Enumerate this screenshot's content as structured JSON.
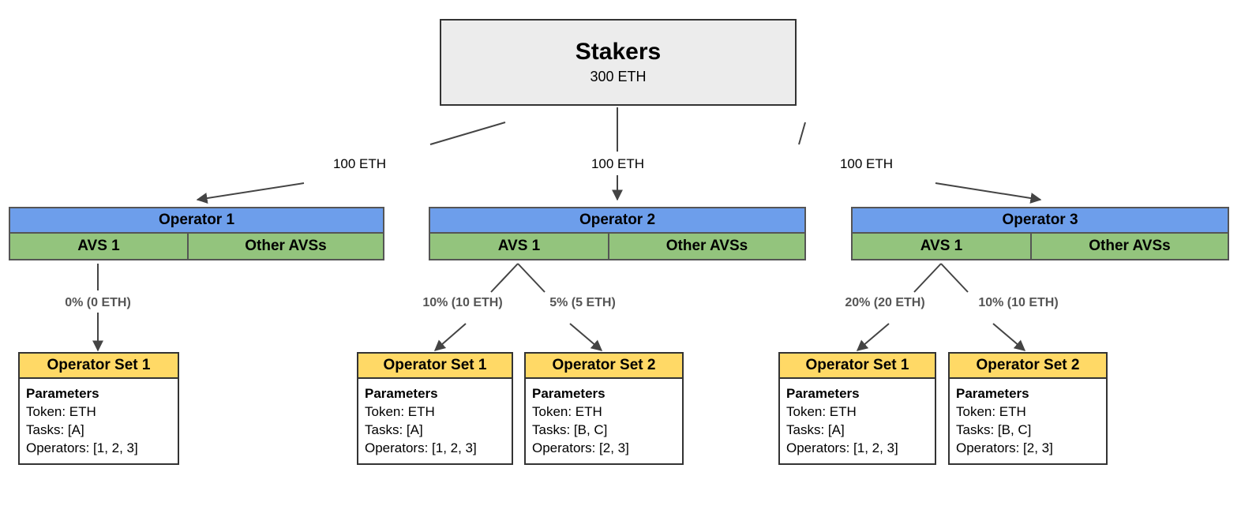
{
  "diagram": {
    "title_node": {
      "name": "Stakers",
      "amount": "300 ETH"
    },
    "stake_edge_labels": [
      "100 ETH",
      "100 ETH",
      "100 ETH"
    ],
    "operators": [
      {
        "name": "Operator 1",
        "avs_primary": "AVS 1",
        "avs_other": "Other AVSs",
        "allocations": [
          "0% (0 ETH)"
        ],
        "operator_sets": [
          {
            "name": "Operator Set 1",
            "params_title": "Parameters",
            "token": "Token: ETH",
            "tasks": "Tasks: [A]",
            "operators": "Operators: [1, 2, 3]"
          }
        ]
      },
      {
        "name": "Operator 2",
        "avs_primary": "AVS 1",
        "avs_other": "Other AVSs",
        "allocations": [
          "10% (10 ETH)",
          "5% (5 ETH)"
        ],
        "operator_sets": [
          {
            "name": "Operator Set 1",
            "params_title": "Parameters",
            "token": "Token: ETH",
            "tasks": "Tasks: [A]",
            "operators": "Operators: [1, 2, 3]"
          },
          {
            "name": "Operator Set 2",
            "params_title": "Parameters",
            "token": "Token: ETH",
            "tasks": "Tasks: [B, C]",
            "operators": "Operators: [2, 3]"
          }
        ]
      },
      {
        "name": "Operator 3",
        "avs_primary": "AVS 1",
        "avs_other": "Other AVSs",
        "allocations": [
          "20% (20 ETH)",
          "10% (10 ETH)"
        ],
        "operator_sets": [
          {
            "name": "Operator Set 1",
            "params_title": "Parameters",
            "token": "Token: ETH",
            "tasks": "Tasks: [A]",
            "operators": "Operators: [1, 2, 3]"
          },
          {
            "name": "Operator Set 2",
            "params_title": "Parameters",
            "token": "Token: ETH",
            "tasks": "Tasks: [B, C]",
            "operators": "Operators: [2, 3]"
          }
        ]
      }
    ],
    "colors": {
      "staker_fill": "#ECECEC",
      "operator_fill": "#6D9EEB",
      "avs_fill": "#93C47D",
      "operator_set_fill": "#FFD966",
      "edge_stroke": "#444444",
      "label_muted": "#555555"
    }
  }
}
